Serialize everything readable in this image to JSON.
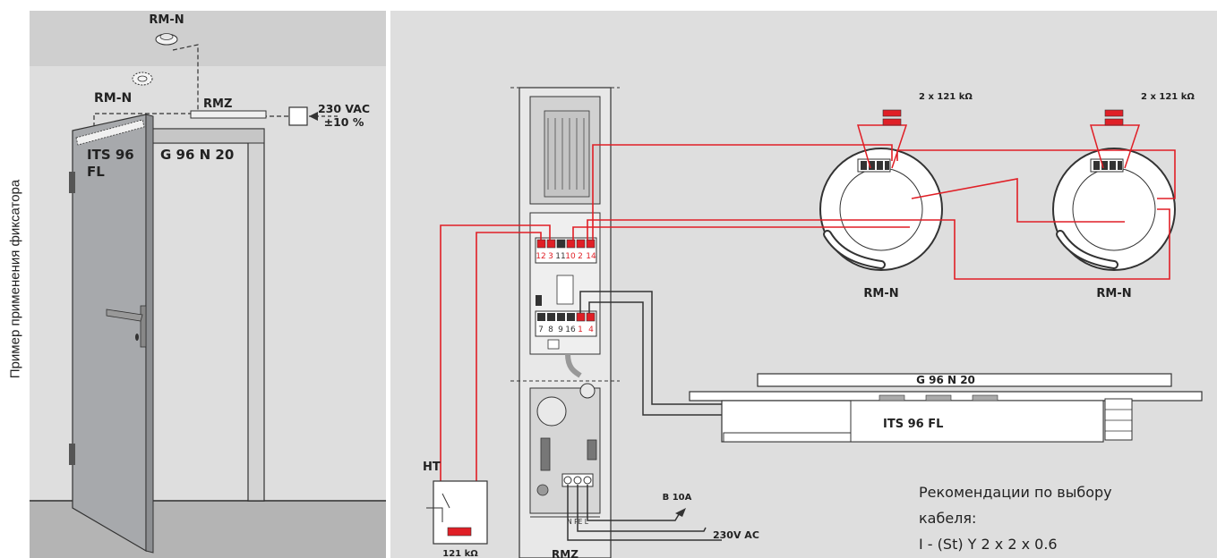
{
  "side_caption": "Пример применения фиксатора",
  "door": {
    "ceiling_label": "RM-N",
    "detector_label": "RM-N",
    "rmz_label": "RMZ",
    "power_line1": "230 VAC",
    "power_line2": "±10 %",
    "its_line1": "ITS 96",
    "its_line2": "FL",
    "g96_label": "G 96 N 20"
  },
  "wiring": {
    "terminal_top": [
      "12",
      "3",
      "11",
      "10",
      "2",
      "14"
    ],
    "terminal_bottom": [
      "7",
      "8",
      "9",
      "16",
      "1",
      "4"
    ],
    "resistor1": "2 x 121 kΩ",
    "resistor2": "2 x 121 kΩ",
    "detector1": "RM-N",
    "detector2": "RM-N",
    "g96_bar": "G 96 N 20",
    "its_unit": "ITS 96 FL",
    "ht_label": "HT",
    "ht_resistor": "121 kΩ",
    "rmz_label": "RMZ",
    "npel": "N PE L",
    "breaker": "B 10A",
    "mains": "230V AC"
  },
  "recommendation": {
    "line1": "Рекомендации по выбору",
    "line2": "кабеля:",
    "line3": "I - (St) Y 2 x 2 x 0.6"
  },
  "colors": {
    "wire_red": "#e01f26",
    "panel_gray": "#dedede",
    "line_dark": "#222222",
    "door_gray": "#a7a9ac"
  }
}
